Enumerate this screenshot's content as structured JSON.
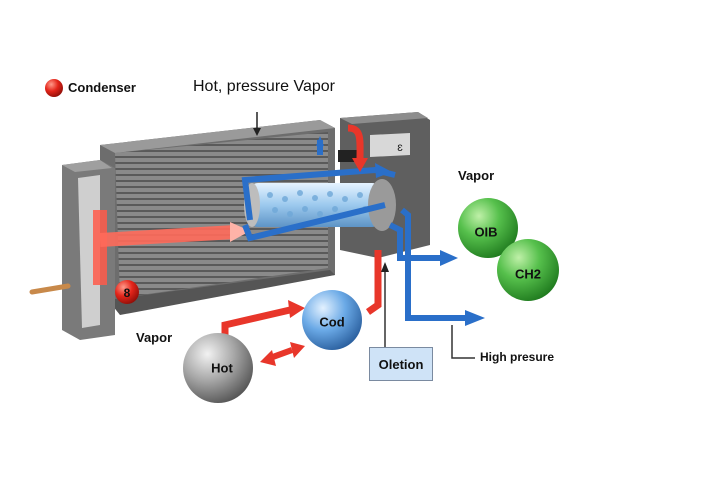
{
  "diagram": {
    "legend": {
      "icon": "red-dot-icon",
      "label": "Condenser",
      "color": "#e0251b"
    },
    "labels": {
      "top_vapor": "Hot, pressure Vapor",
      "right_vapor": "Vapor",
      "bottom_vapor": "Vapor",
      "high_pressure": "High presure",
      "oletion": "Oletion",
      "port_number": "8",
      "gauge_glyph": "ɛ"
    },
    "spheres": [
      {
        "id": "oib",
        "label": "OIB",
        "color": "#4fb84a"
      },
      {
        "id": "ch2",
        "label": "CH2",
        "color": "#4fb84a"
      },
      {
        "id": "cod",
        "label": "Cod",
        "color": "#5a9fe0"
      },
      {
        "id": "hot",
        "label": "Hot",
        "color": "#a9a9a9"
      }
    ],
    "flow_colors": {
      "hot": "#e8362a",
      "cold": "#2a6fc9"
    }
  }
}
